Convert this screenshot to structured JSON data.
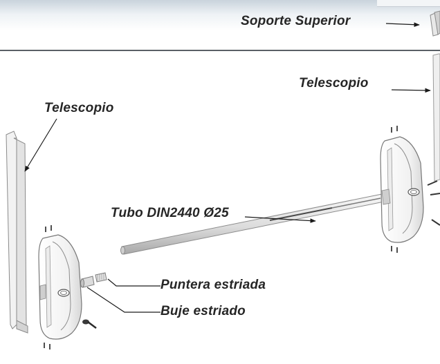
{
  "labels": {
    "soporte_superior": "Soporte Superior",
    "telescopio_right": "Telescopio",
    "telescopio_left": "Telescopio",
    "tubo": "Tubo DIN2440 Ø25",
    "puntera": "Puntera estriada",
    "buje": "Buje estriado"
  },
  "colors": {
    "label_text": "#262626",
    "leader_line": "#1a1a1a",
    "part_fill": "#f4f4f4",
    "part_outline": "#7a7a7a",
    "header_band": "#c9d3dc",
    "header_rule": "#5a5f66"
  }
}
